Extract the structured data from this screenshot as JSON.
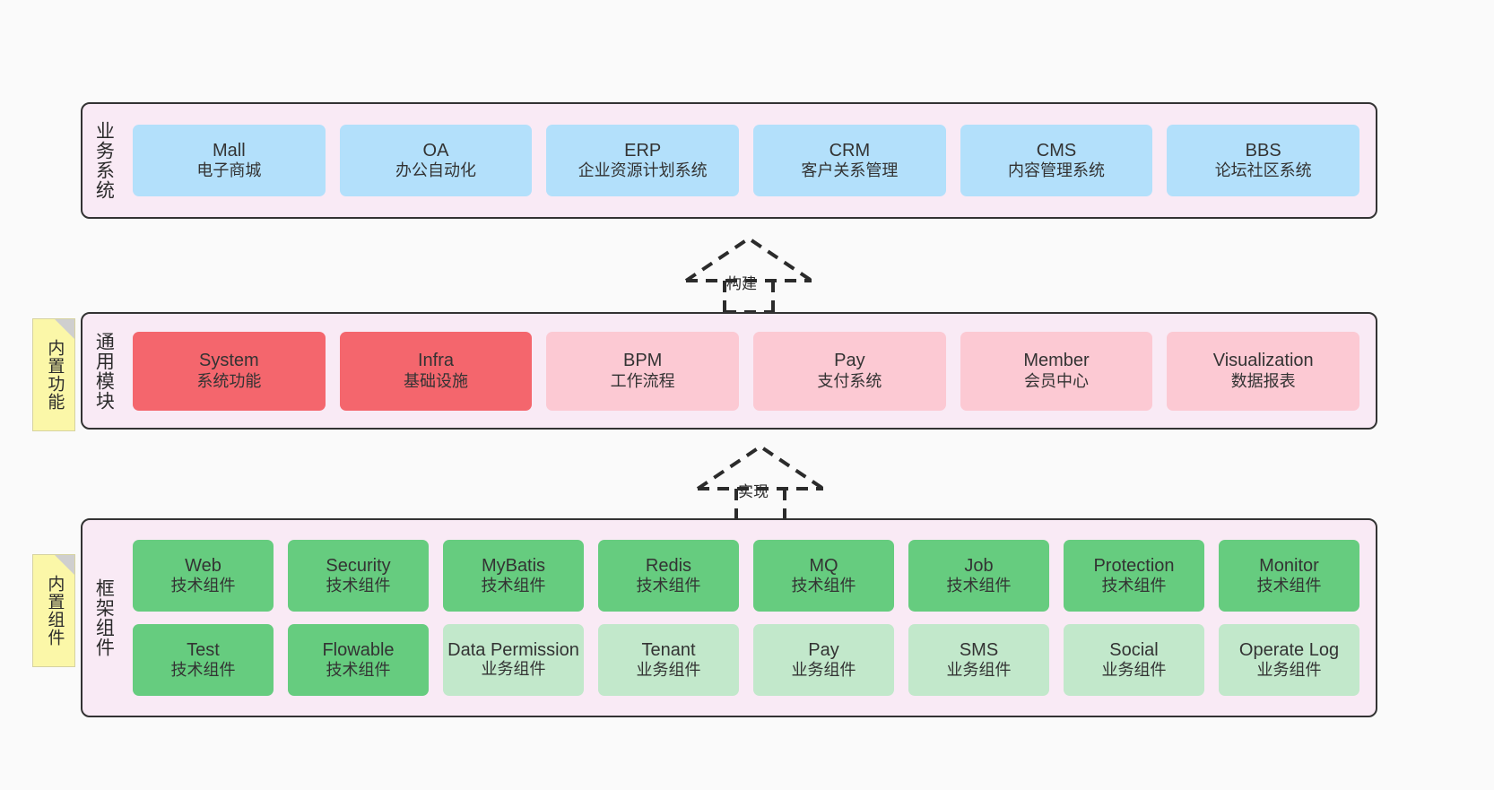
{
  "diagram": {
    "background_color": "#fafafa",
    "panel_color": "#f9eaf5",
    "panel_border_color": "#333333"
  },
  "layers": [
    {
      "id": "business-system",
      "title": "业务系统",
      "box_color": "#b3e0fb",
      "rows": [
        {
          "items": [
            {
              "en": "Mall",
              "cn": "电子商城"
            },
            {
              "en": "OA",
              "cn": "办公自动化"
            },
            {
              "en": "ERP",
              "cn": "企业资源计划系统"
            },
            {
              "en": "CRM",
              "cn": "客户关系管理"
            },
            {
              "en": "CMS",
              "cn": "内容管理系统"
            },
            {
              "en": "BBS",
              "cn": "论坛社区系统"
            }
          ]
        }
      ]
    },
    {
      "id": "common-module",
      "title": "通用模块",
      "note": "内置功能",
      "rows": [
        {
          "items": [
            {
              "en": "System",
              "cn": "系统功能",
              "color": "#f4666d"
            },
            {
              "en": "Infra",
              "cn": "基础设施",
              "color": "#f4666d"
            },
            {
              "en": "BPM",
              "cn": "工作流程",
              "color": "#fcc9d3"
            },
            {
              "en": "Pay",
              "cn": "支付系统",
              "color": "#fcc9d3"
            },
            {
              "en": "Member",
              "cn": "会员中心",
              "color": "#fcc9d3"
            },
            {
              "en": "Visualization",
              "cn": "数据报表",
              "color": "#fcc9d3"
            }
          ]
        }
      ]
    },
    {
      "id": "framework-component",
      "title": "框架组件",
      "note": "内置组件",
      "rows": [
        {
          "items": [
            {
              "en": "Web",
              "cn": "技术组件",
              "color": "#66cc7f"
            },
            {
              "en": "Security",
              "cn": "技术组件",
              "color": "#66cc7f"
            },
            {
              "en": "MyBatis",
              "cn": "技术组件",
              "color": "#66cc7f"
            },
            {
              "en": "Redis",
              "cn": "技术组件",
              "color": "#66cc7f"
            },
            {
              "en": "MQ",
              "cn": "技术组件",
              "color": "#66cc7f"
            },
            {
              "en": "Job",
              "cn": "技术组件",
              "color": "#66cc7f"
            },
            {
              "en": "Protection",
              "cn": "技术组件",
              "color": "#66cc7f"
            },
            {
              "en": "Monitor",
              "cn": "技术组件",
              "color": "#66cc7f"
            }
          ]
        },
        {
          "items": [
            {
              "en": "Test",
              "cn": "技术组件",
              "color": "#66cc7f"
            },
            {
              "en": "Flowable",
              "cn": "技术组件",
              "color": "#66cc7f"
            },
            {
              "en": "Data Permission",
              "cn": "业务组件",
              "color": "#c2e8cb"
            },
            {
              "en": "Tenant",
              "cn": "业务组件",
              "color": "#c2e8cb"
            },
            {
              "en": "Pay",
              "cn": "业务组件",
              "color": "#c2e8cb"
            },
            {
              "en": "SMS",
              "cn": "业务组件",
              "color": "#c2e8cb"
            },
            {
              "en": "Social",
              "cn": "业务组件",
              "color": "#c2e8cb"
            },
            {
              "en": "Operate Log",
              "cn": "业务组件",
              "color": "#c2e8cb"
            }
          ]
        }
      ]
    }
  ],
  "arrows": [
    {
      "id": "build-arrow",
      "label": "构建"
    },
    {
      "id": "implement-arrow",
      "label": "实现"
    }
  ]
}
